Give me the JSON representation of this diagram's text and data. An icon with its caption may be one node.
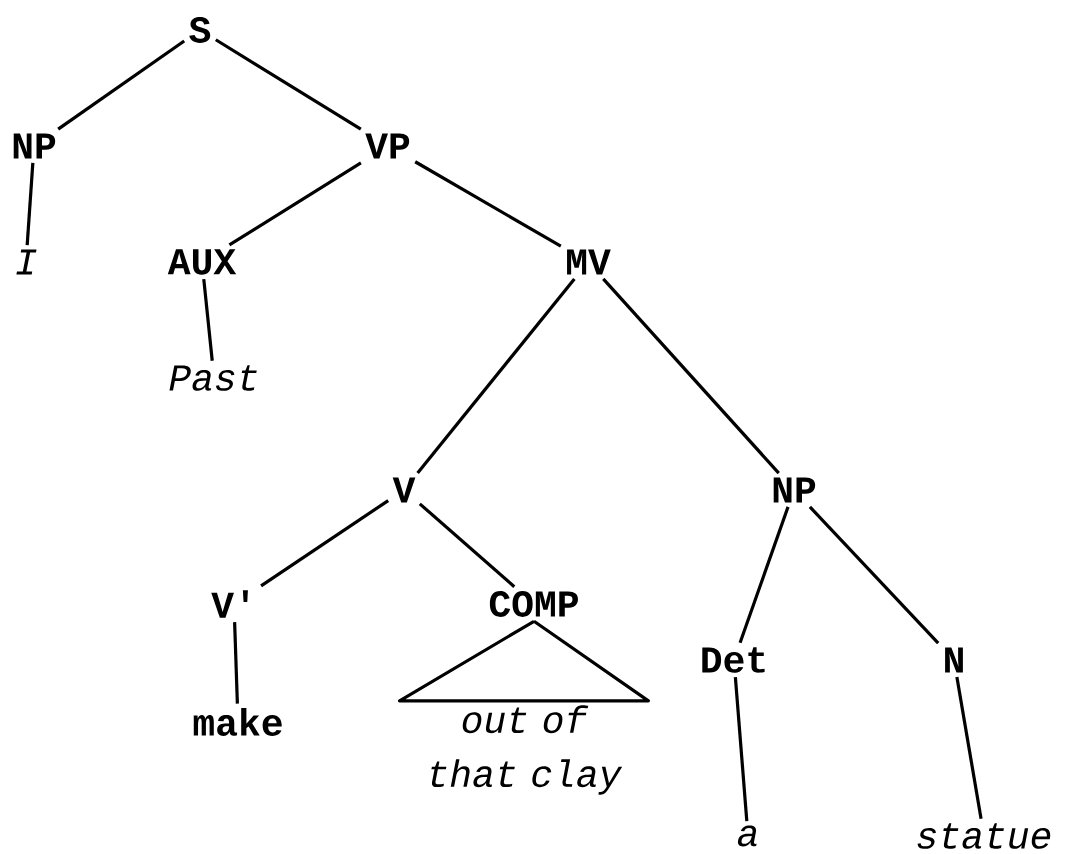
{
  "diagram": {
    "nodes": [
      {
        "text": [
          "S"
        ]
      },
      {
        "text": [
          "NP"
        ]
      },
      {
        "text": [
          "VP"
        ]
      },
      {
        "text": [
          "I"
        ]
      },
      {
        "text": [
          "AUX"
        ]
      },
      {
        "text": [
          "MV"
        ]
      },
      {
        "text": [
          "Past"
        ]
      },
      {
        "text": [
          "V"
        ]
      },
      {
        "text": [
          "NP"
        ]
      },
      {
        "text": [
          "V'"
        ]
      },
      {
        "text": [
          "COMP"
        ]
      },
      {
        "text": [
          "Det"
        ]
      },
      {
        "text": [
          "N"
        ]
      },
      {
        "text": [
          "make"
        ]
      },
      {
        "text": [
          "out of that clay"
        ]
      },
      {
        "text": [
          "a"
        ]
      },
      {
        "text": [
          "statue"
        ]
      }
    ],
    "edges": [
      {
        "from": 0,
        "to": 1,
        "arrow": "none"
      },
      {
        "from": 0,
        "to": 2,
        "arrow": "none"
      },
      {
        "from": 1,
        "to": 3,
        "arrow": "none"
      },
      {
        "from": 2,
        "to": 4,
        "arrow": "none"
      },
      {
        "from": 2,
        "to": 5,
        "arrow": "none"
      },
      {
        "from": 4,
        "to": 6,
        "arrow": "none"
      },
      {
        "from": 5,
        "to": 7,
        "arrow": "none"
      },
      {
        "from": 5,
        "to": 8,
        "arrow": "none"
      },
      {
        "from": 7,
        "to": 9,
        "arrow": "none"
      },
      {
        "from": 7,
        "to": 10,
        "arrow": "none"
      },
      {
        "from": 8,
        "to": 11,
        "arrow": "none"
      },
      {
        "from": 8,
        "to": 12,
        "arrow": "none"
      },
      {
        "from": 9,
        "to": 13,
        "arrow": "none"
      },
      {
        "from": 10,
        "to": 14,
        "arrow": "none"
      },
      {
        "from": 11,
        "to": 15,
        "arrow": "none"
      },
      {
        "from": 12,
        "to": 16,
        "arrow": "none"
      }
    ]
  }
}
